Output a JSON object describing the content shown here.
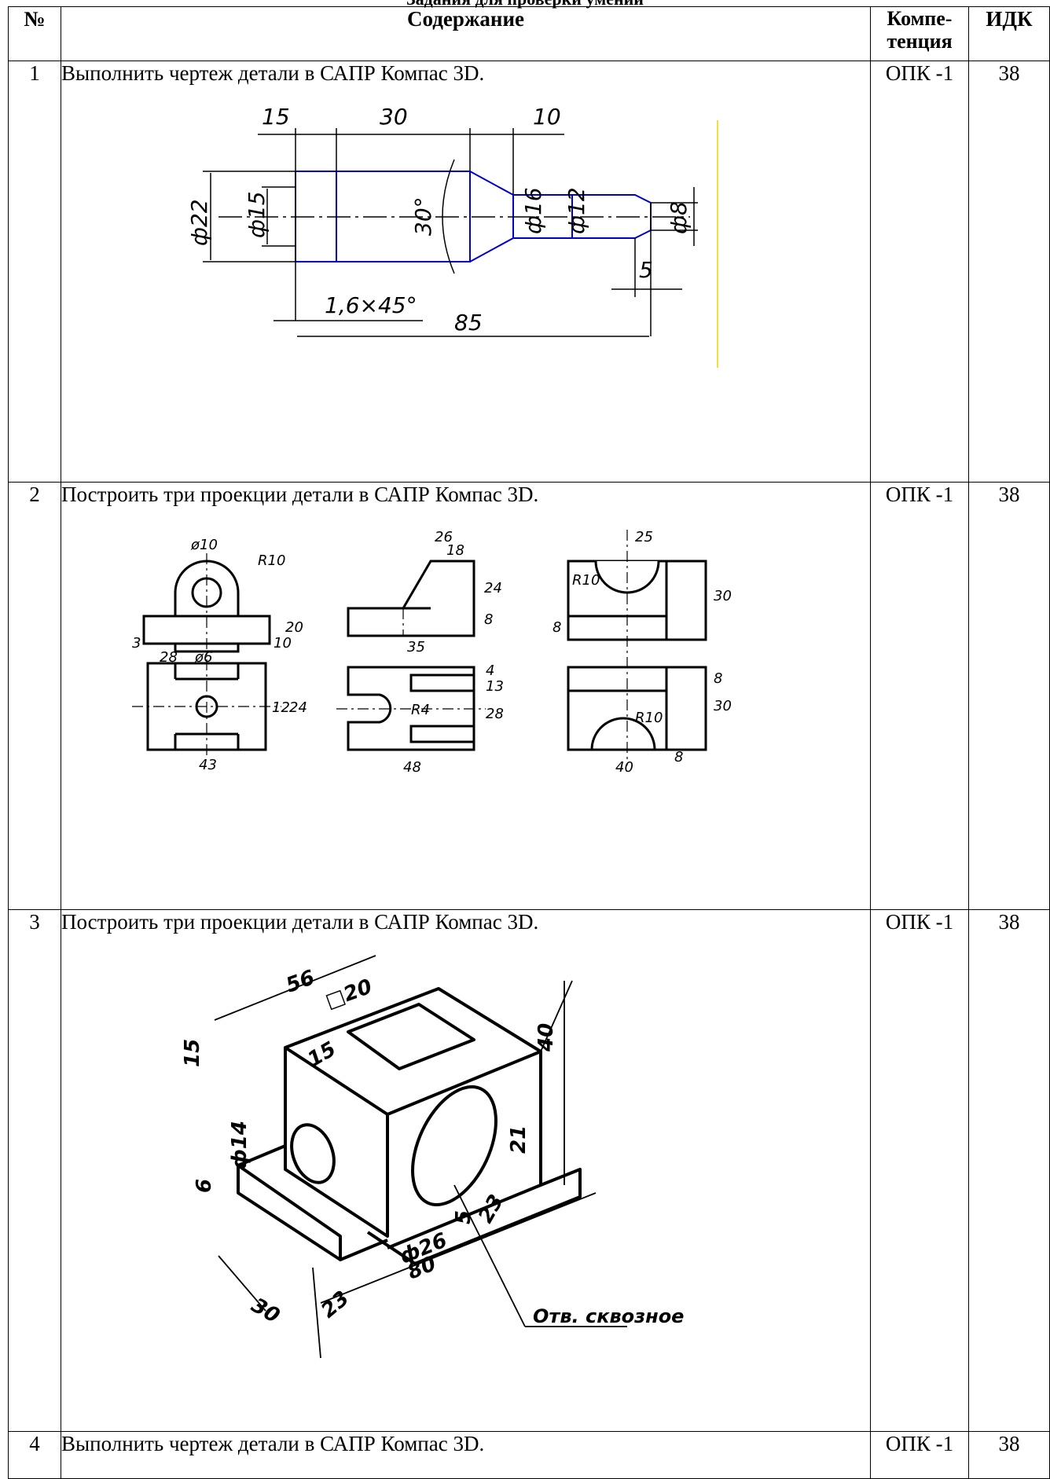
{
  "title": "Задания для проверки умений",
  "header": {
    "no": "№",
    "content": "Содержание",
    "competence": "Компе-тенция",
    "competence_line1": "Компе-",
    "competence_line2": "тенция",
    "idk": "ИДК"
  },
  "rows": [
    {
      "no": "1",
      "text": "Выполнить чертеж детали в САПР Компас 3D.",
      "competence": "ОПК -1",
      "idk": "38",
      "figure": {
        "dims": [
          "15",
          "30",
          "10",
          "ф22",
          "ф15",
          "30°",
          "ф16",
          "ф12",
          "ф8",
          "5",
          "1,6×45°",
          "85"
        ]
      }
    },
    {
      "no": "2",
      "text": "Построить три проекции детали в САПР Компас 3D.",
      "competence": "ОПК -1",
      "idk": "38",
      "figure": {
        "dims": [
          "ø10",
          "R10",
          "20",
          "10",
          "3",
          "ø6",
          "28",
          "12",
          "24",
          "43",
          "26",
          "18",
          "24",
          "8",
          "35",
          "4",
          "13",
          "R4",
          "28",
          "48",
          "25",
          "R10",
          "30",
          "8",
          "8",
          "R10",
          "30",
          "40",
          "8"
        ]
      }
    },
    {
      "no": "3",
      "text": "Построить три проекции детали в САПР Компас 3D.",
      "competence": "ОПК -1",
      "idk": "38",
      "figure": {
        "dims": [
          "56",
          "□20",
          "15",
          "15",
          "ф14",
          "40",
          "21",
          "6",
          "5",
          "23",
          "ф26",
          "80",
          "30",
          "23"
        ],
        "note": "Отв. сквозное"
      }
    },
    {
      "no": "4",
      "text": "Выполнить чертеж детали в САПР Компас 3D.",
      "competence": "ОПК -1",
      "idk": "38"
    }
  ]
}
